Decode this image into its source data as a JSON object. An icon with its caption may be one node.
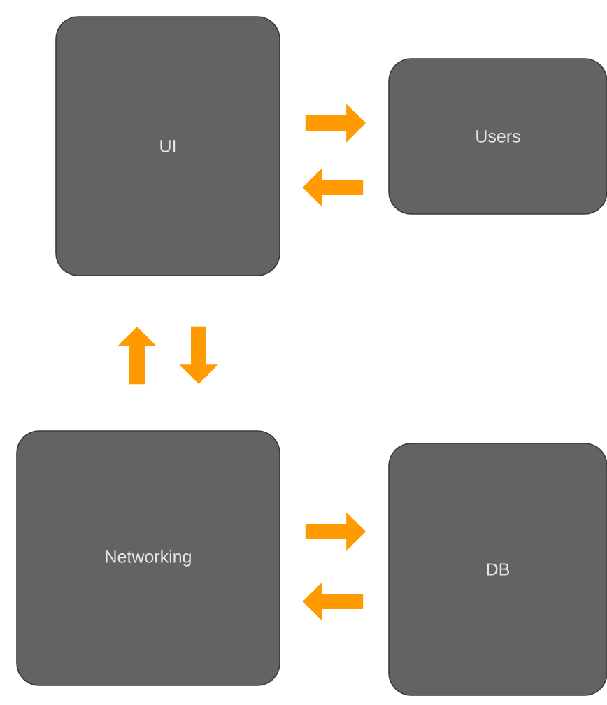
{
  "diagram": {
    "nodes": [
      {
        "text": [
          "UI"
        ]
      },
      {
        "text": [
          "Users"
        ]
      },
      {
        "text": [
          "Networking"
        ]
      },
      {
        "text": [
          "DB"
        ]
      }
    ],
    "edges": [
      {
        "from": 0,
        "to": 1,
        "arrow": "to"
      },
      {
        "from": 1,
        "to": 0,
        "arrow": "to"
      },
      {
        "from": 2,
        "to": 0,
        "arrow": "to"
      },
      {
        "from": 0,
        "to": 2,
        "arrow": "to"
      },
      {
        "from": 2,
        "to": 3,
        "arrow": "to"
      },
      {
        "from": 3,
        "to": 2,
        "arrow": "to"
      }
    ]
  }
}
